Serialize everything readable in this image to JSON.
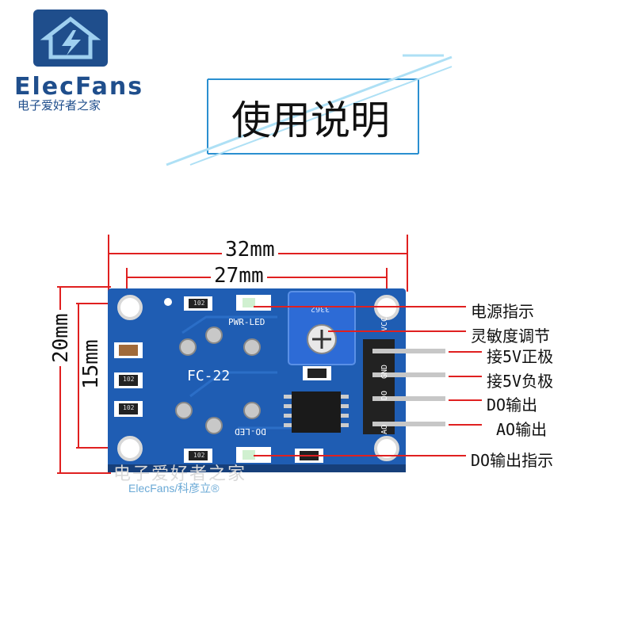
{
  "brand": {
    "name": "ElecFans",
    "subtitle": "电子爱好者之家",
    "logo_icon": "house-lightning-icon"
  },
  "title": "使用说明",
  "dimensions": {
    "width_outer": "32mm",
    "width_holes": "27mm",
    "height_outer": "20mm",
    "height_holes": "15mm"
  },
  "board": {
    "model": "FC-22",
    "pwr_led_silk": "PWR-LED",
    "do_led_silk": "DO-LED",
    "pot_code": "3362",
    "pin_labels": [
      "VCC",
      "GND",
      "DO",
      "AO"
    ],
    "resistor_codes": [
      "102",
      "102",
      "102",
      "102"
    ],
    "colors": {
      "pcb": "#1f5db3",
      "pot": "#2d6bd6",
      "header": "#222222",
      "pin": "#c7c7c7"
    }
  },
  "annotations": [
    "电源指示",
    "灵敏度调节",
    "接5V正极",
    "接5V负极",
    "DO输出",
    "AO输出",
    "DO输出指示"
  ],
  "watermark": {
    "line1": "电子爱好者之家",
    "line2": "ElecFans/科彦立®"
  },
  "accent_colors": {
    "dimension_line": "#e02020",
    "brand": "#1f4e8c",
    "frame": "#2a8fd0"
  }
}
